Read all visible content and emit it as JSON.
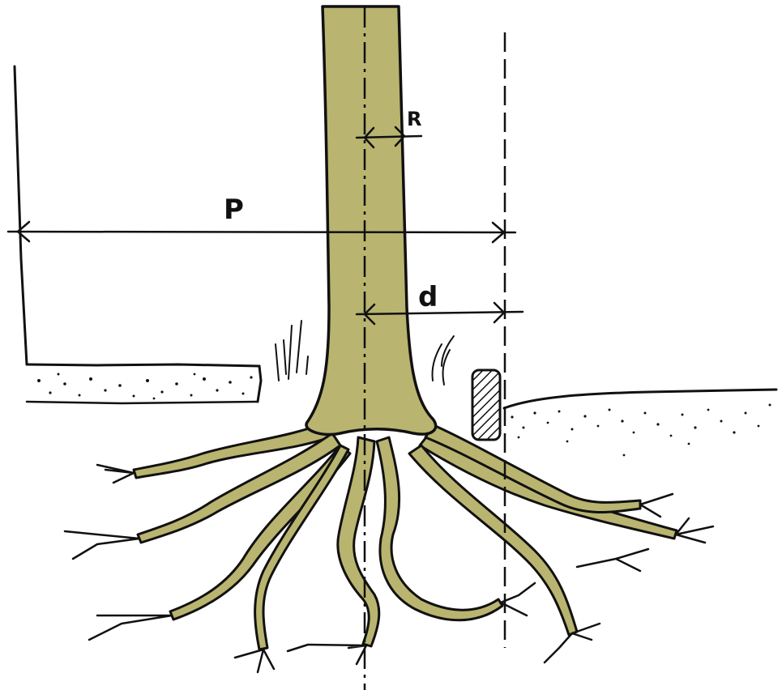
{
  "labels": {
    "radius": "R",
    "protection_distance": "P",
    "distance": "d"
  },
  "colors": {
    "wood": "#b9b46f",
    "ink": "#111111",
    "background": "#ffffff"
  }
}
